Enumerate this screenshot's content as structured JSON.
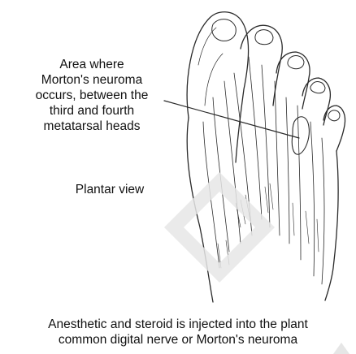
{
  "labels": {
    "morton_area": "Area where\nMorton's neuroma\noccurs, between the\nthird and fourth\nmetatarsal heads",
    "view": "Plantar view"
  },
  "caption": "Anesthetic and steroid is injected into the plant\ncommon digital nerve or Morton's neuroma",
  "colors": {
    "line": "#2a2a2a",
    "text": "#111111",
    "watermark": "#e6e6e6",
    "background": "#ffffff"
  }
}
